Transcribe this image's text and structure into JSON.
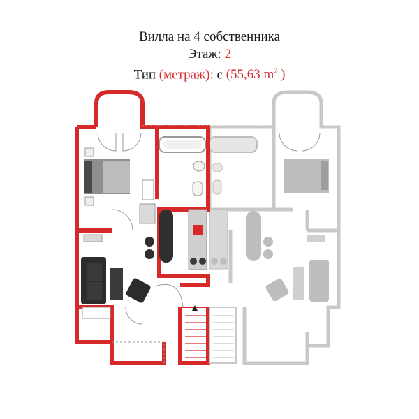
{
  "header": {
    "title": "Вилла на 4 собственника",
    "floor_label": "Этаж:",
    "floor_value": "2",
    "type_label": "Тип",
    "type_paren": "(метраж)",
    "type_sep": ": с",
    "area_open": "(55,63 m",
    "area_sup": "2",
    "area_close": " )"
  },
  "colors": {
    "highlight": "#d62a2a",
    "wall_dark": "#1a1a1a",
    "wall_grey": "#c8c8c8",
    "furniture_dark": "#333333",
    "furniture_light": "#bdbdbd"
  }
}
